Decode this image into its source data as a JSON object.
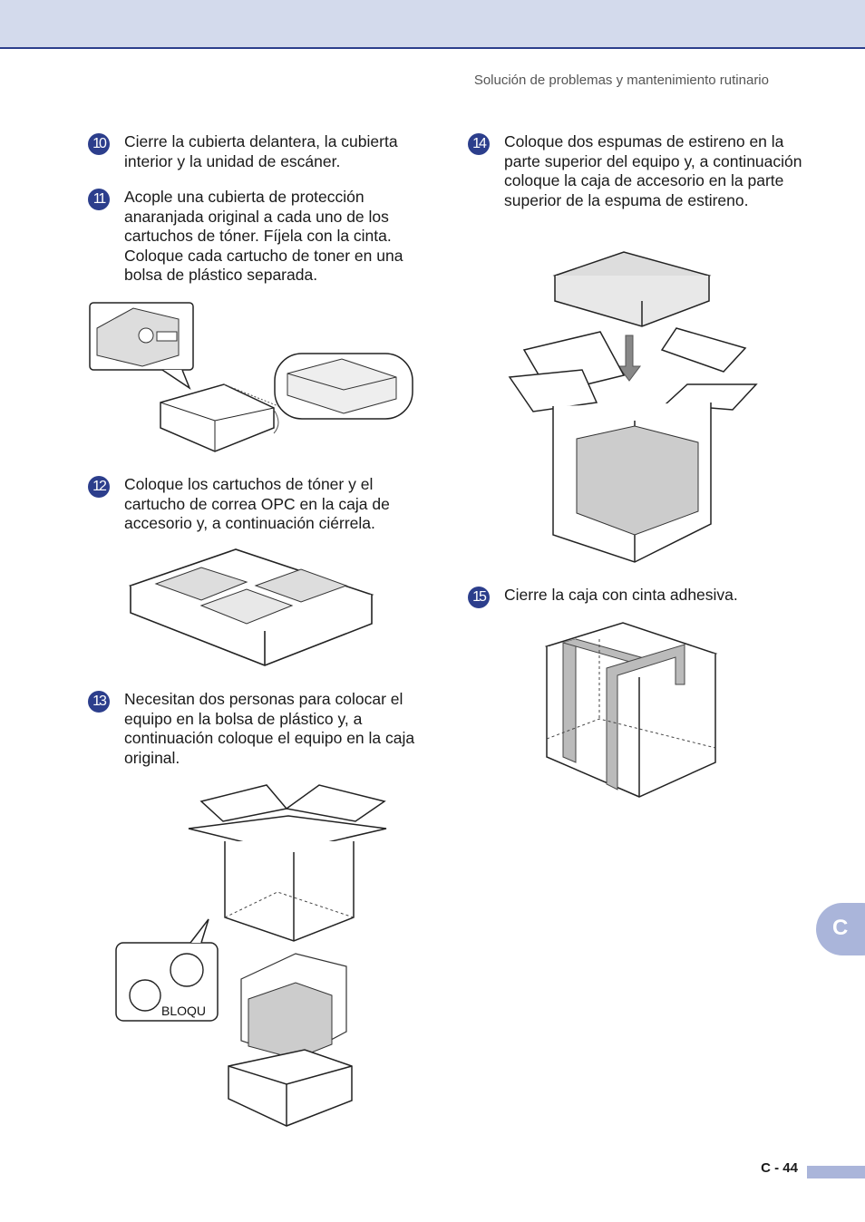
{
  "header": {
    "section_title": "Solución de problemas y mantenimiento rutinario"
  },
  "steps": [
    {
      "number": "10",
      "text": "Cierre la cubierta delantera, la cubierta interior y la unidad de escáner."
    },
    {
      "number": "11",
      "text": "Acople una cubierta de protección anaranjada original a cada uno de los cartuchos de tóner. Fíjela con la cinta. Coloque cada cartucho de toner en una bolsa de plástico separada."
    },
    {
      "number": "12",
      "text": "Coloque los cartuchos de tóner y el cartucho de correa OPC en la caja de accesorio y, a continuación ciérrela."
    },
    {
      "number": "13",
      "text": "Necesitan dos personas para colocar el equipo en la bolsa de plástico y, a continuación coloque el equipo en la caja original."
    },
    {
      "number": "14",
      "text": "Coloque dos espumas de estireno en la parte superior del equipo y, a continuación coloque la caja de accesorio en la parte superior de la espuma de estireno."
    },
    {
      "number": "15",
      "text": "Cierre la caja con cinta adhesiva."
    }
  ],
  "illustrations": {
    "lock_label": "BLOQU"
  },
  "side_tab": {
    "letter": "C"
  },
  "footer": {
    "page_number": "C - 44"
  },
  "colors": {
    "accent": "#2c3e8c",
    "band": "#d3daec",
    "tab": "#aab5da"
  }
}
